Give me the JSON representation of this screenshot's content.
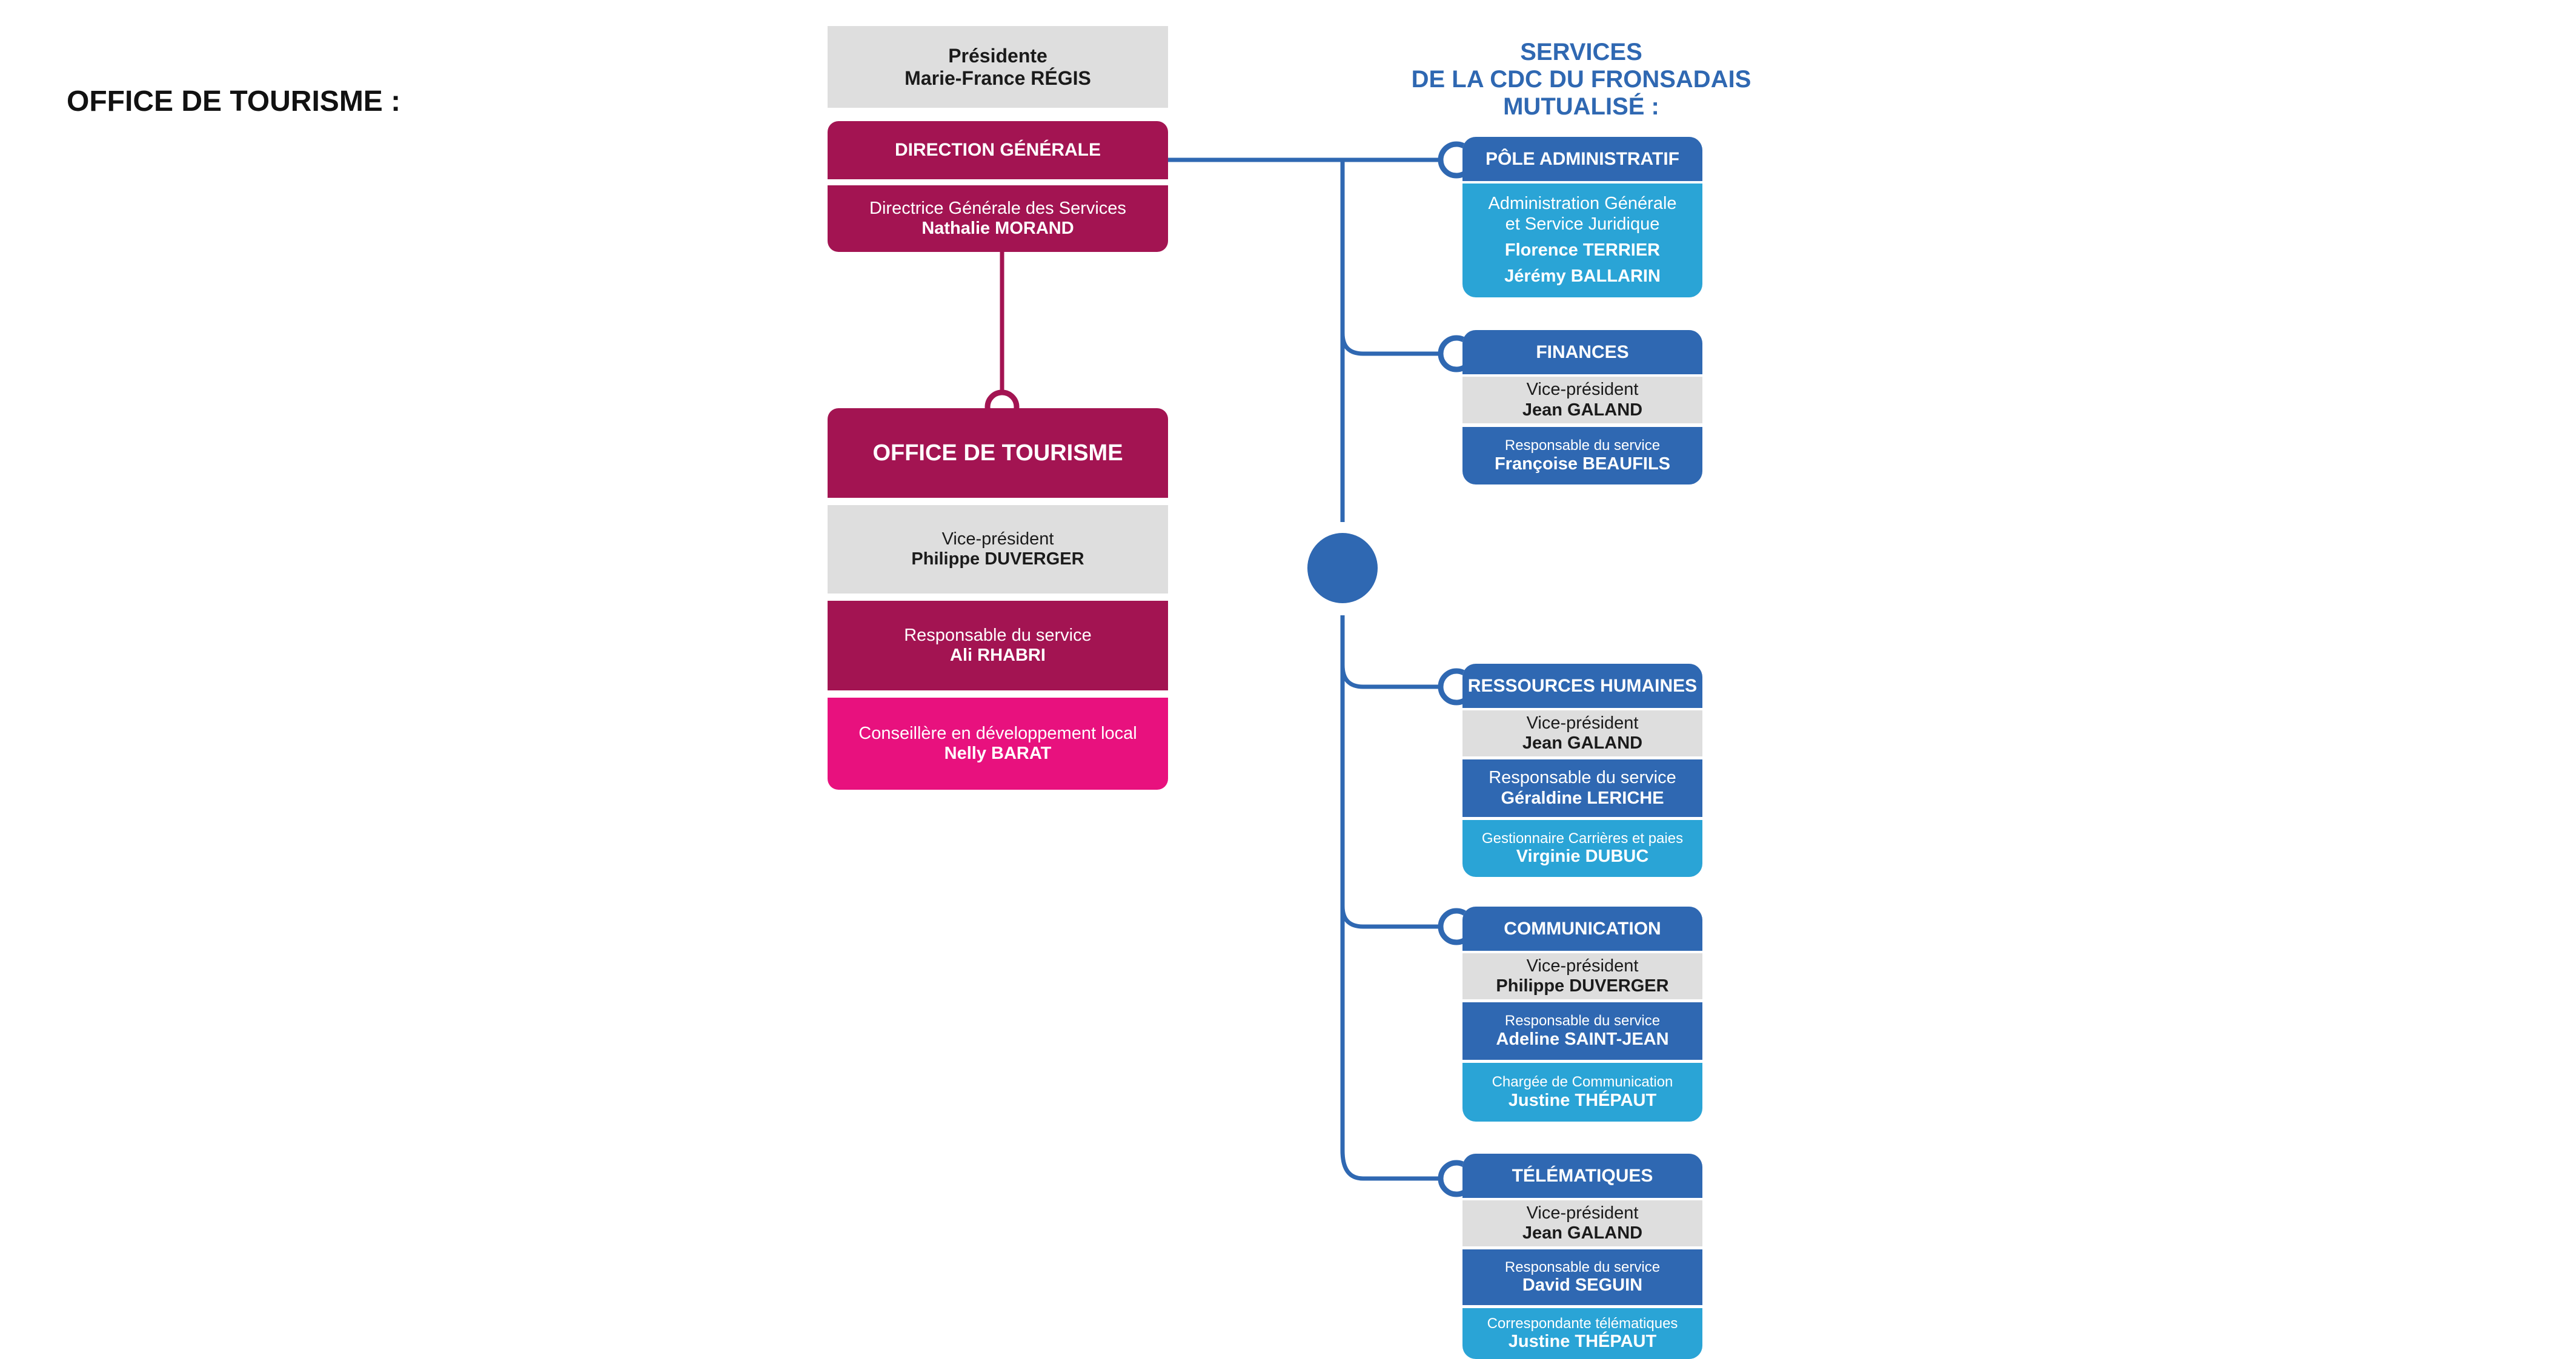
{
  "page_title": "OFFICE DE TOURISME :",
  "presidente": {
    "role": "Présidente",
    "name": "Marie-France RÉGIS"
  },
  "direction": {
    "title": "DIRECTION GÉNÉRALE",
    "role": "Directrice Générale des Services",
    "name": "Nathalie MORAND"
  },
  "office": {
    "title": "OFFICE DE TOURISME",
    "vp_role": "Vice-président",
    "vp_name": "Philippe DUVERGER",
    "resp_role": "Responsable du service",
    "resp_name": "Ali RHABRI",
    "cons_role": "Conseillère en développement local",
    "cons_name": "Nelly BARAT"
  },
  "services": {
    "title_line1": "SERVICES",
    "title_line2": "DE LA CDC DU FRONSADAIS",
    "title_line3": "MUTUALISÉ :",
    "pole": {
      "title": "PÔLE ADMINISTRATIF",
      "desc1": "Administration Générale",
      "desc2": "et Service Juridique",
      "name1": "Florence TERRIER",
      "name2": "Jérémy BALLARIN"
    },
    "finances": {
      "title": "FINANCES",
      "vp_role": "Vice-président",
      "vp_name": "Jean GALAND",
      "resp_role": "Responsable du service",
      "resp_name": "Françoise BEAUFILS"
    },
    "rh": {
      "title": "RESSOURCES HUMAINES",
      "vp_role": "Vice-président",
      "vp_name": "Jean GALAND",
      "resp_role": "Responsable du service",
      "resp_name": "Géraldine LERICHE",
      "extra_role": "Gestionnaire Carrières et paies",
      "extra_name": "Virginie DUBUC"
    },
    "communication": {
      "title": "COMMUNICATION",
      "vp_role": "Vice-président",
      "vp_name": "Philippe DUVERGER",
      "resp_role": "Responsable du service",
      "resp_name": "Adeline SAINT-JEAN",
      "extra_role": "Chargée de Communication",
      "extra_name": "Justine THÉPAUT"
    },
    "telematiques": {
      "title": "TÉLÉMATIQUES",
      "vp_role": "Vice-président",
      "vp_name": "Jean GALAND",
      "resp_role": "Responsable du service",
      "resp_name": "David SEGUIN",
      "extra_role": "Correspondante télématiques",
      "extra_name": "Justine THÉPAUT"
    }
  },
  "colors": {
    "purple": "#a31452",
    "pink": "#e8117e",
    "grey": "#dedede",
    "blue": "#2f68b2",
    "cyan": "#2aa4d6"
  }
}
